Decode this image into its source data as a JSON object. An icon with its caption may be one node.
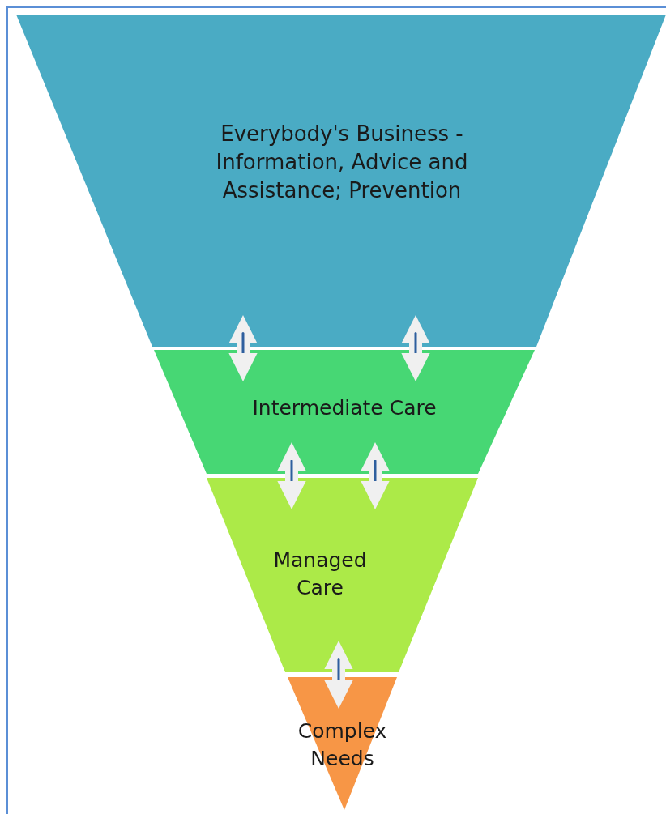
{
  "diagram": {
    "nodes": [
      {
        "text": [
          "Everybody's Business - Information, Advice and Assistance; Prevention"
        ]
      },
      {
        "text": [
          "Intermediate Care"
        ]
      },
      {
        "text": [
          "Managed Care"
        ]
      },
      {
        "text": [
          "Complex Needs"
        ]
      }
    ],
    "edges": [
      {
        "from": 0,
        "to": 1,
        "arrow": "both"
      },
      {
        "from": 0,
        "to": 1,
        "arrow": "both"
      },
      {
        "from": 1,
        "to": 2,
        "arrow": "both"
      },
      {
        "from": 1,
        "to": 2,
        "arrow": "both"
      },
      {
        "from": 2,
        "to": 3,
        "arrow": "both"
      }
    ]
  }
}
